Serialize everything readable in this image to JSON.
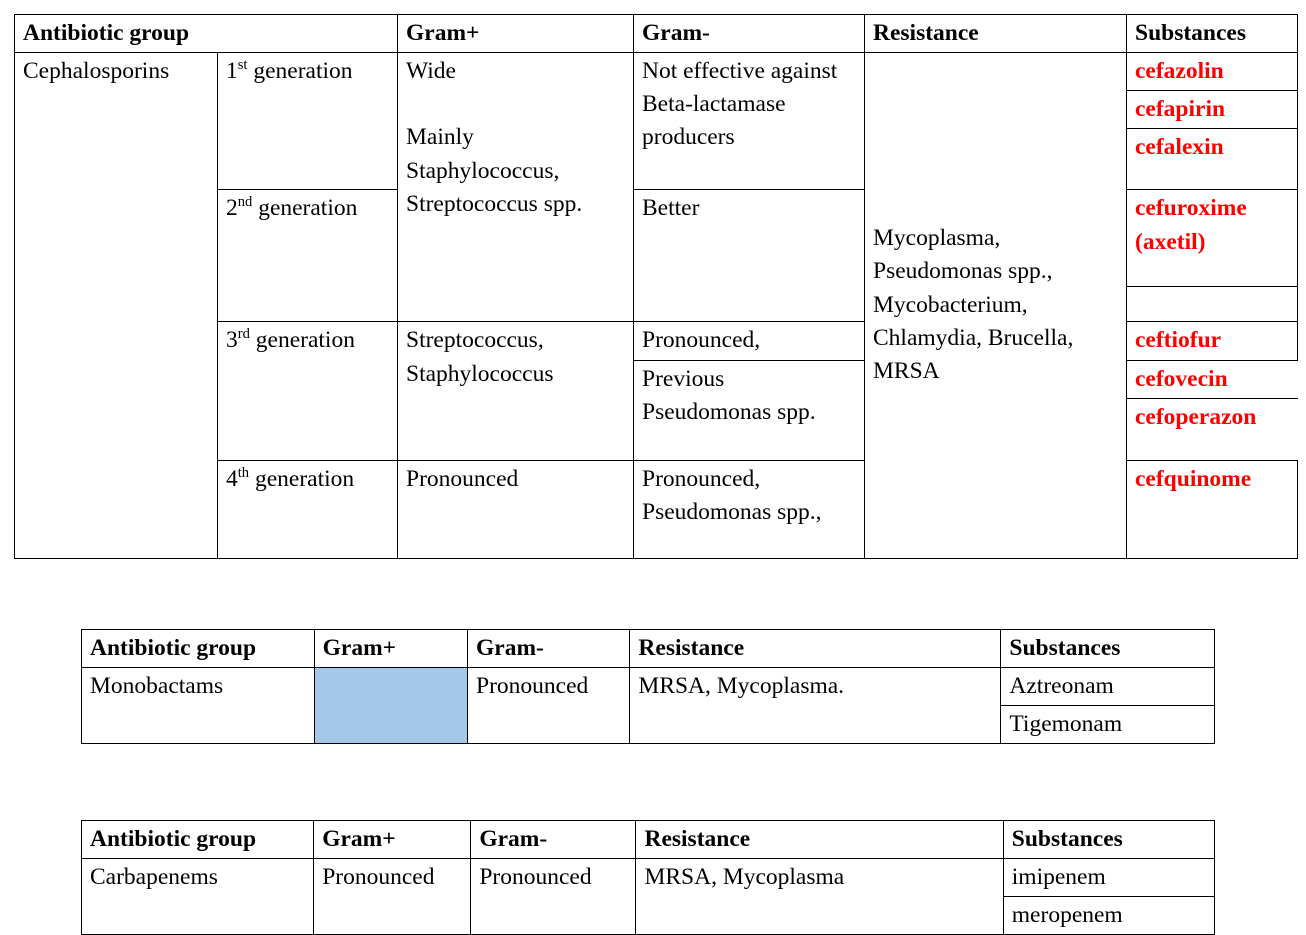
{
  "tables": [
    {
      "id": "cephalosporins",
      "headers": [
        "Antibiotic group",
        "Gram+",
        "Gram-",
        "Resistance",
        "Substances"
      ],
      "group": "Cephalosporins",
      "generations": [
        {
          "num": "1",
          "suffix": "st",
          "label": " generation"
        },
        {
          "num": "2",
          "suffix": "nd",
          "label": " generation"
        },
        {
          "num": "3",
          "suffix": "rd",
          "label": " generation"
        },
        {
          "num": "4",
          "suffix": "th",
          "label": " generation"
        }
      ],
      "gram_plus": [
        "Wide\n\nMainly Staphylococcus, Streptococcus spp.",
        "Streptococcus, Staphylococcus",
        "Pronounced"
      ],
      "gram_minus": [
        "Not effective against Beta-lactamase producers",
        "Better",
        "Pronounced,",
        "Previous Pseudomonas spp.",
        "Pronounced, Pseudomonas spp.,"
      ],
      "resistance": "Mycoplasma, Pseudomonas spp., Mycobacterium, Chlamydia, Brucella, MRSA",
      "substances": [
        "cefazolin",
        "cefapirin",
        "cefalexin",
        "cefuroxime (axetil)",
        "ceftiofur",
        "cefovecin",
        "cefoperazon",
        "cefquinome"
      ]
    },
    {
      "id": "monobactams",
      "headers": [
        "Antibiotic group",
        "Gram+",
        "Gram-",
        "Resistance",
        "Substances"
      ],
      "group": "Monobactams",
      "gram_plus": "",
      "gram_plus_highlight": "#A5C8E8",
      "gram_minus": "Pronounced",
      "resistance": "MRSA, Mycoplasma.",
      "substances": [
        "Aztreonam",
        "Tigemonam"
      ]
    },
    {
      "id": "carbapenems",
      "headers": [
        "Antibiotic group",
        "Gram+",
        "Gram-",
        "Resistance",
        "Substances"
      ],
      "group": "Carbapenems",
      "gram_plus": "Pronounced",
      "gram_minus": "Pronounced",
      "resistance": "MRSA, Mycoplasma",
      "substances": [
        "imipenem",
        "meropenem"
      ]
    }
  ],
  "colors": {
    "substance_text": "#FF0000",
    "highlight_cell": "#A5C8E8",
    "border": "#000000"
  }
}
